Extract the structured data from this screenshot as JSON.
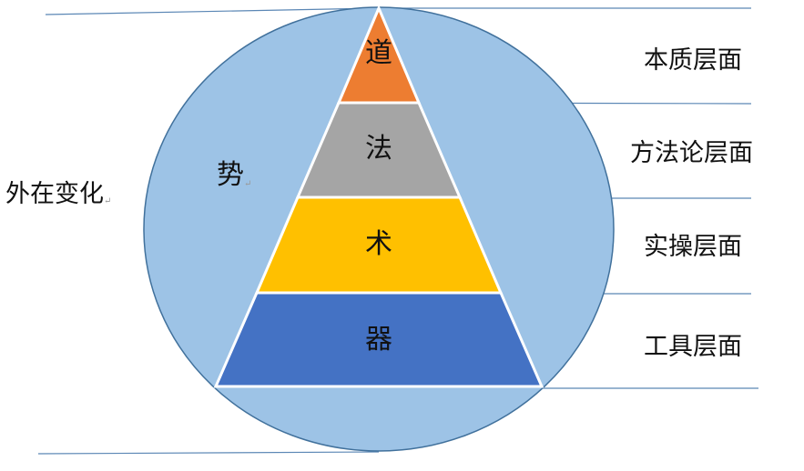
{
  "diagram": {
    "outer": {
      "label": "势",
      "color": "#9DC3E6",
      "stroke": "#41719C"
    },
    "external_label": "外在变化",
    "pyramid": [
      {
        "label": "道",
        "color": "#ED7D31",
        "level": "本质层面"
      },
      {
        "label": "法",
        "color": "#A5A5A5",
        "level": "方法论层面"
      },
      {
        "label": "术",
        "color": "#FFC000",
        "level": "实操层面"
      },
      {
        "label": "器",
        "color": "#4472C4",
        "level": "工具层面"
      }
    ],
    "line_color": "#5B87B5",
    "paragraph_mark": "↵"
  }
}
